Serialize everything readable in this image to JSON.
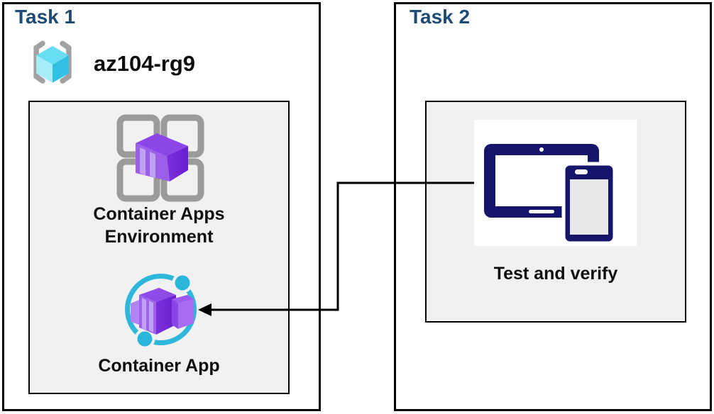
{
  "task1": {
    "title": "Task 1",
    "resource_group_name": "az104-rg9",
    "environment_label_line1": "Container Apps",
    "environment_label_line2": "Environment",
    "app_label": "Container App"
  },
  "task2": {
    "title": "Task 2",
    "test_label": "Test and verify"
  },
  "connector": {
    "from": "test-and-verify-card",
    "to": "container-app-icon",
    "style": "elbow-line-with-left-arrowhead"
  },
  "icons": {
    "resource_group": "resource-group-icon",
    "environment": "container-apps-environment-icon",
    "app": "container-app-icon",
    "devices": "tablet-phone-devices-icon"
  },
  "colors": {
    "title_navy": "#1E4B73",
    "box_border": "#000000",
    "inner_box_fill": "#F1F1F1",
    "label_black": "#0F0F0F",
    "icon_gray": "#9B9B9B",
    "cube_cyan_top": "#68DEF3",
    "cube_cyan_left": "#A6EDFA",
    "cube_cyan_right": "#30C0E4",
    "container_purple": "#8C46E8",
    "container_purple_light": "#C2A0F5",
    "container_purple_dark": "#691ECF",
    "app_ring_cyan": "#2FB7DB",
    "device_navy": "#15156B",
    "device_screen_gray": "#E8E8E8"
  }
}
